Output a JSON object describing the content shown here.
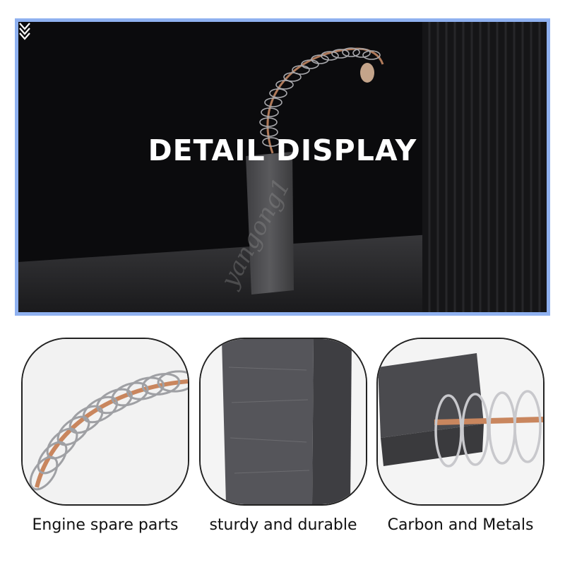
{
  "banner": {
    "title": "DETAIL DISPLAY",
    "scroll_icon": "double-chevron-down-icon"
  },
  "watermark": "yangong1",
  "features": [
    {
      "caption": "Engine spare parts",
      "image": "spring-coil-closeup"
    },
    {
      "caption": "sturdy and durable",
      "image": "carbon-block-closeup"
    },
    {
      "caption": "Carbon and Metals",
      "image": "carbon-and-spring-closeup"
    }
  ],
  "colors": {
    "frame_border": "#8fb1f0",
    "banner_bg": "#0b0b0d",
    "carbon": "#4a4a4c",
    "copper": "#c9865e",
    "steel": "#c8c8c8"
  }
}
